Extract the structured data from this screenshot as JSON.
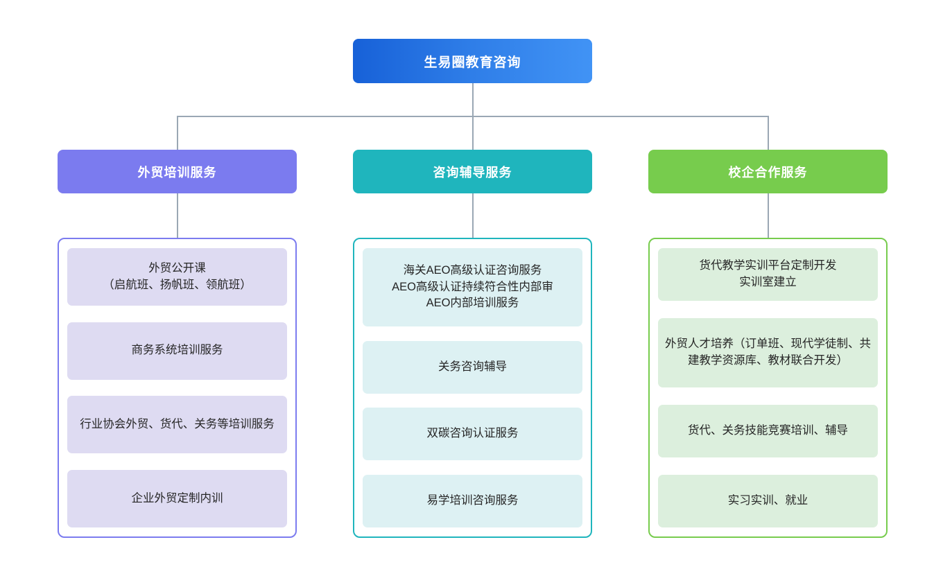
{
  "diagram": {
    "type": "org-chart",
    "root": {
      "label": "生易圈教育咨询",
      "gradient_from": "#1761d8",
      "gradient_to": "#4193f5"
    },
    "connector_color": "#9aa7b4",
    "branches": [
      {
        "header": "外贸培训服务",
        "accent": "#7b7bef",
        "leaf_fill": "#dedbf2",
        "items": [
          "外贸公开课\n（启航班、扬帆班、领航班）",
          "商务系统培训服务",
          "行业协会外贸、货代、关务等培训服务",
          "企业外贸定制内训"
        ]
      },
      {
        "header": "咨询辅导服务",
        "accent": "#1fb5bd",
        "leaf_fill": "#ddf1f3",
        "items": [
          "海关AEO高级认证咨询服务\nAEO高级认证持续符合性内部审\nAEO内部培训服务",
          "关务咨询辅导",
          "双碳咨询认证服务",
          "易学培训咨询服务"
        ]
      },
      {
        "header": "校企合作服务",
        "accent": "#77cc4d",
        "leaf_fill": "#dcefdd",
        "items": [
          "货代教学实训平台定制开发\n实训室建立",
          "外贸人才培养（订单班、现代学徒制、共建教学资源库、教材联合开发）",
          "货代、关务技能竞赛培训、辅导",
          "实习实训、就业"
        ]
      }
    ]
  }
}
